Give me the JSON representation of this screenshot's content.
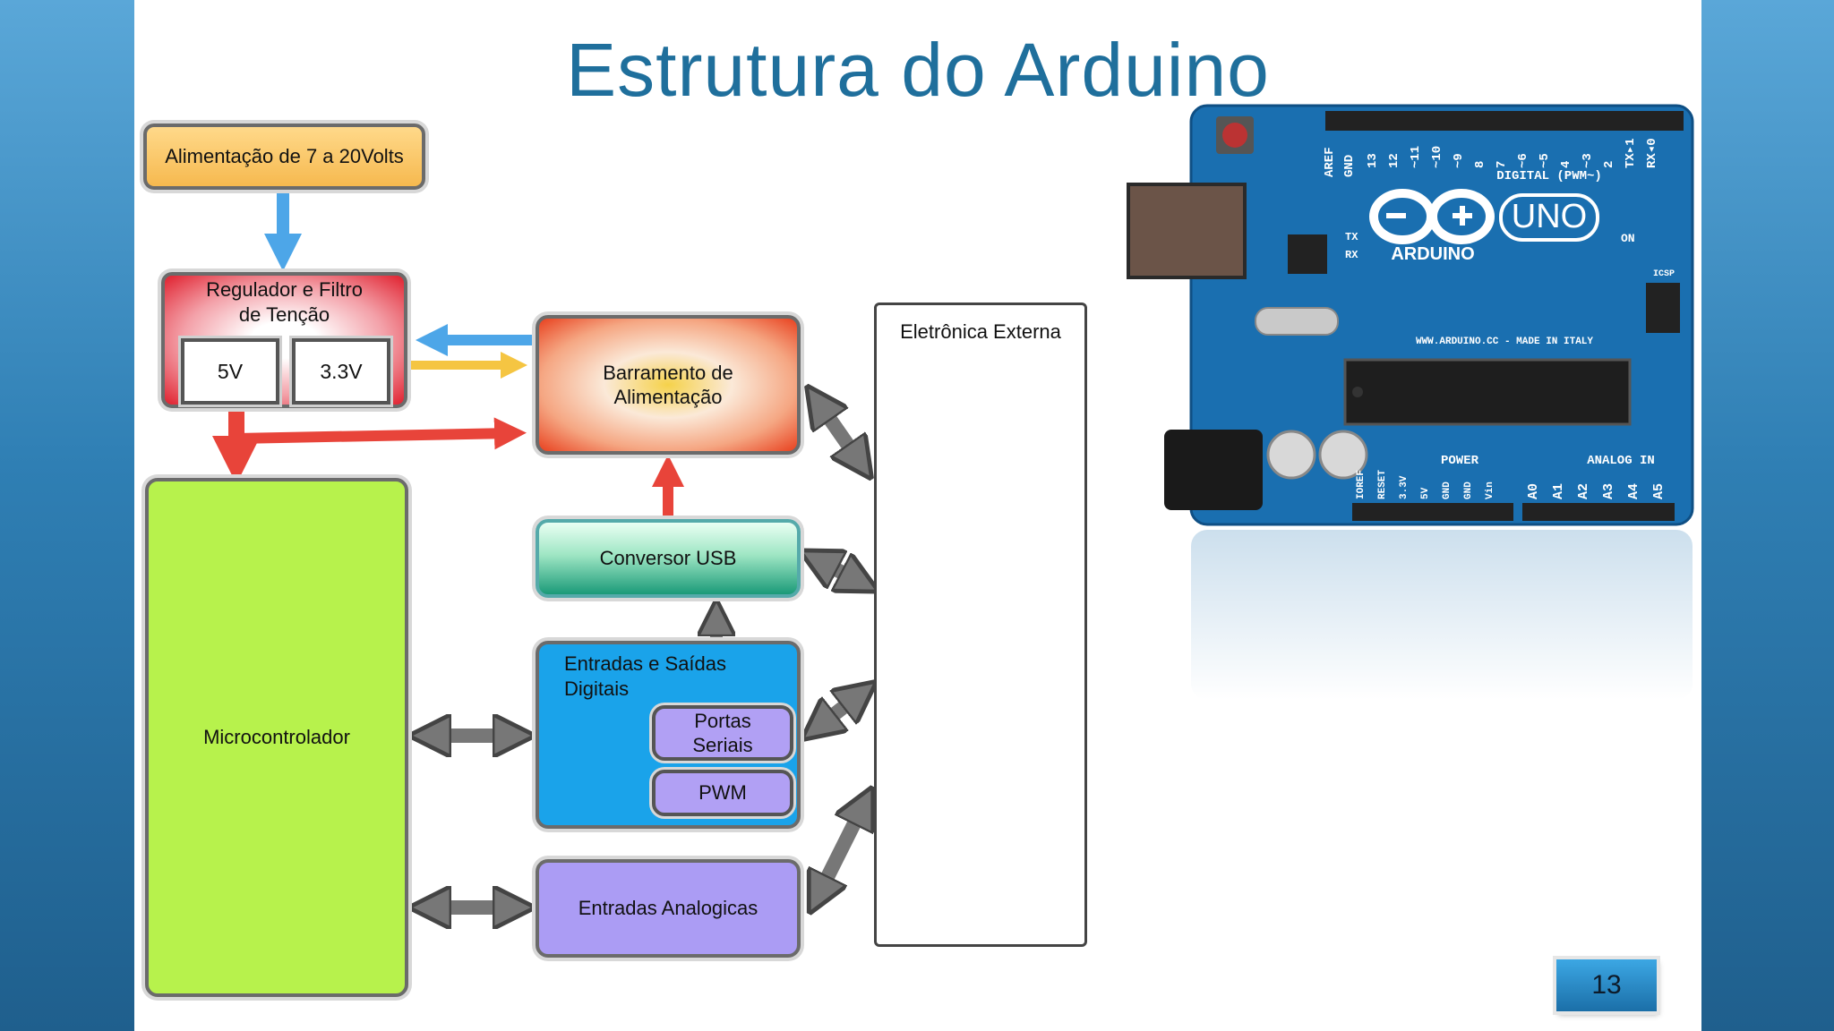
{
  "slide": {
    "title": "Estrutura do Arduino",
    "page_number": "13"
  },
  "diagram": {
    "power_supply": "Alimentação de 7 a 20Volts",
    "regulator": "Regulador e Filtro de Tenção",
    "v5": "5V",
    "v33": "3.3V",
    "power_bus": "Barramento de Alimentação",
    "usb_converter": "Conversor USB",
    "digital_io": "Entradas e Saídas Digitais",
    "serial_ports": "Portas Seriais",
    "pwm": "PWM",
    "analog_inputs": "Entradas Analogicas",
    "microcontroller": "Microcontrolador",
    "external": "Eletrônica Externa"
  },
  "board": {
    "labels": {
      "aref": "AREF",
      "gnd": "GND",
      "pins": [
        "13",
        "12",
        "~11",
        "~10",
        "~9",
        "8",
        "7",
        "~6",
        "~5",
        "4",
        "~3",
        "2",
        "TX▸1",
        "RX◂0"
      ],
      "digital": "DIGITAL (PWM~)",
      "uno": "UNO",
      "arduino": "ARDUINO",
      "on": "ON",
      "tx": "TX",
      "rx": "RX",
      "icsp": "ICSP",
      "website": "WWW.ARDUINO.CC - MADE IN ITALY",
      "power": "POWER",
      "analog_in": "ANALOG IN",
      "power_pins": [
        "IOREF",
        "RESET",
        "3.3V",
        "5V",
        "GND",
        "GND",
        "Vin"
      ],
      "analog_pins": [
        "A0",
        "A1",
        "A2",
        "A3",
        "A4",
        "A5"
      ]
    },
    "colors": {
      "pcb": "#1a6fb0",
      "header": "#222222",
      "silk": "#ffffff"
    }
  },
  "colors": {
    "accent_title": "#1f6f9c",
    "arrow_gray": "#777777",
    "arrow_blue": "#4da6e8",
    "arrow_yellow": "#f5c542",
    "arrow_red": "#e8443a"
  }
}
